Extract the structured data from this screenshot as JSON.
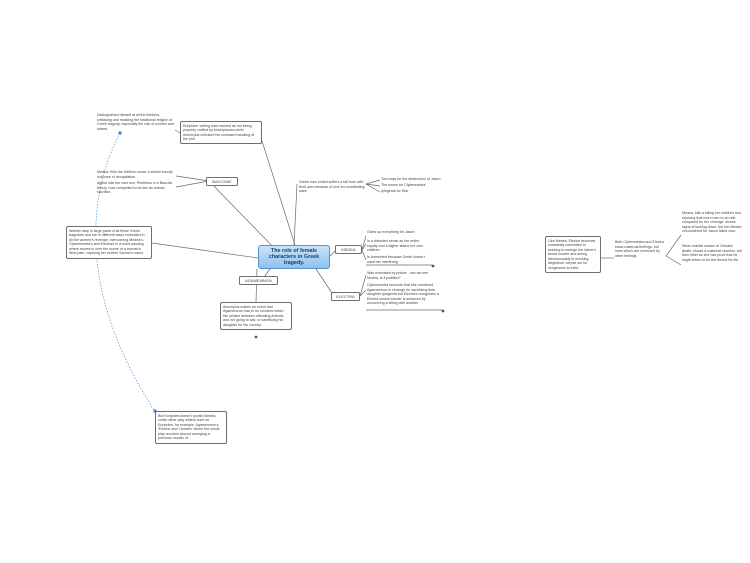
{
  "central": "The role of female characters in Greek tragedy.",
  "labels": {
    "bacchae": "BACCHAE",
    "medea": "MEDEA",
    "electra": "ELECTRA",
    "agamemnon": "AGAMEMNON"
  },
  "notes": {
    "euripides_writing": "Euripides' writing was mocked as not being properly crafted by Aristophanes while Aeschylus criticised his confused handling of the plot",
    "distinguished": "Distinguished himself at all the thinkers, criticising and mocking the traditional religion of Greek tragedy, especially the role of women and slaves.",
    "bacchae_1": "Medea: Kills her children under a similar bloody outcome of decapitation.",
    "bacchae_2": "Agave kills her own son, Pentheus in a Bacchic frenzy, now compelled to be like an animal sacrifice.",
    "women_stay": "Women stay in large parts of all these Greek tragedies and are in different ways embodied in all the women's revenge, overcoming Medea's, Clytemnestra's and Electra's in a more passing, where moves in over the scene of a woman's Woe-pain, captuing her mother Sarrow's name.",
    "greek_men": "Greek men united suffers a fall from with their own because of love for contributing wars",
    "greek_men_1": "Two boys for the destruction of Jason",
    "greek_men_2": "The house for Clytemnestra",
    "greek_men_3": "Iphigenia for War",
    "medea_1": "Gives up everything for Jason",
    "medea_2": "In a distorted sense as her entire royalty and a higher status her own children",
    "medea_3": "Is tormented because Greek doesn't want her interfering",
    "electra_1": "Was motivated by justice - can we see Medea, is it justified?",
    "electra_2": "Clytemnestra recounts that she murdered Agamemnon in revenge for sacrificing their daughter Iphigenia but Electra's recognises a Electra shows murder is achieved by uncovering a killing with another",
    "agamemnon_note": "Aeschylus makes an event that Agamemnon has to be involved which the schism between offending Artemis and not going to war, or sacrificing his daughter for his country.",
    "but_euripides": "But Euripides doesn't punish Medea, unlike other play writers such as Euripides, for example, Agamemnon's 'Electra' and 'Orestes' where the whole play revolves around avenging a previous murder of.",
    "like_medea": "Like Medea, Electra becomes constantly committed to seeking to avenge her father's brutal murder and acting dishonourably in mocking Aegisthus' corpse out for vengeance to exist.",
    "both": "Both Clytemnestra and Electra show maternal feelings, but ones which are overruled by other feelings",
    "right_1": "Medea, kills a killing her children and rejoicing that more men to do ride compared for her revenge, shows signs of lacking down, but her Medea encountered for Jason takes over.",
    "right_2": "When marital means of Orestes' death, shows a maternal reaction, but then relief as she has proof that he might return to be the throne for life."
  }
}
